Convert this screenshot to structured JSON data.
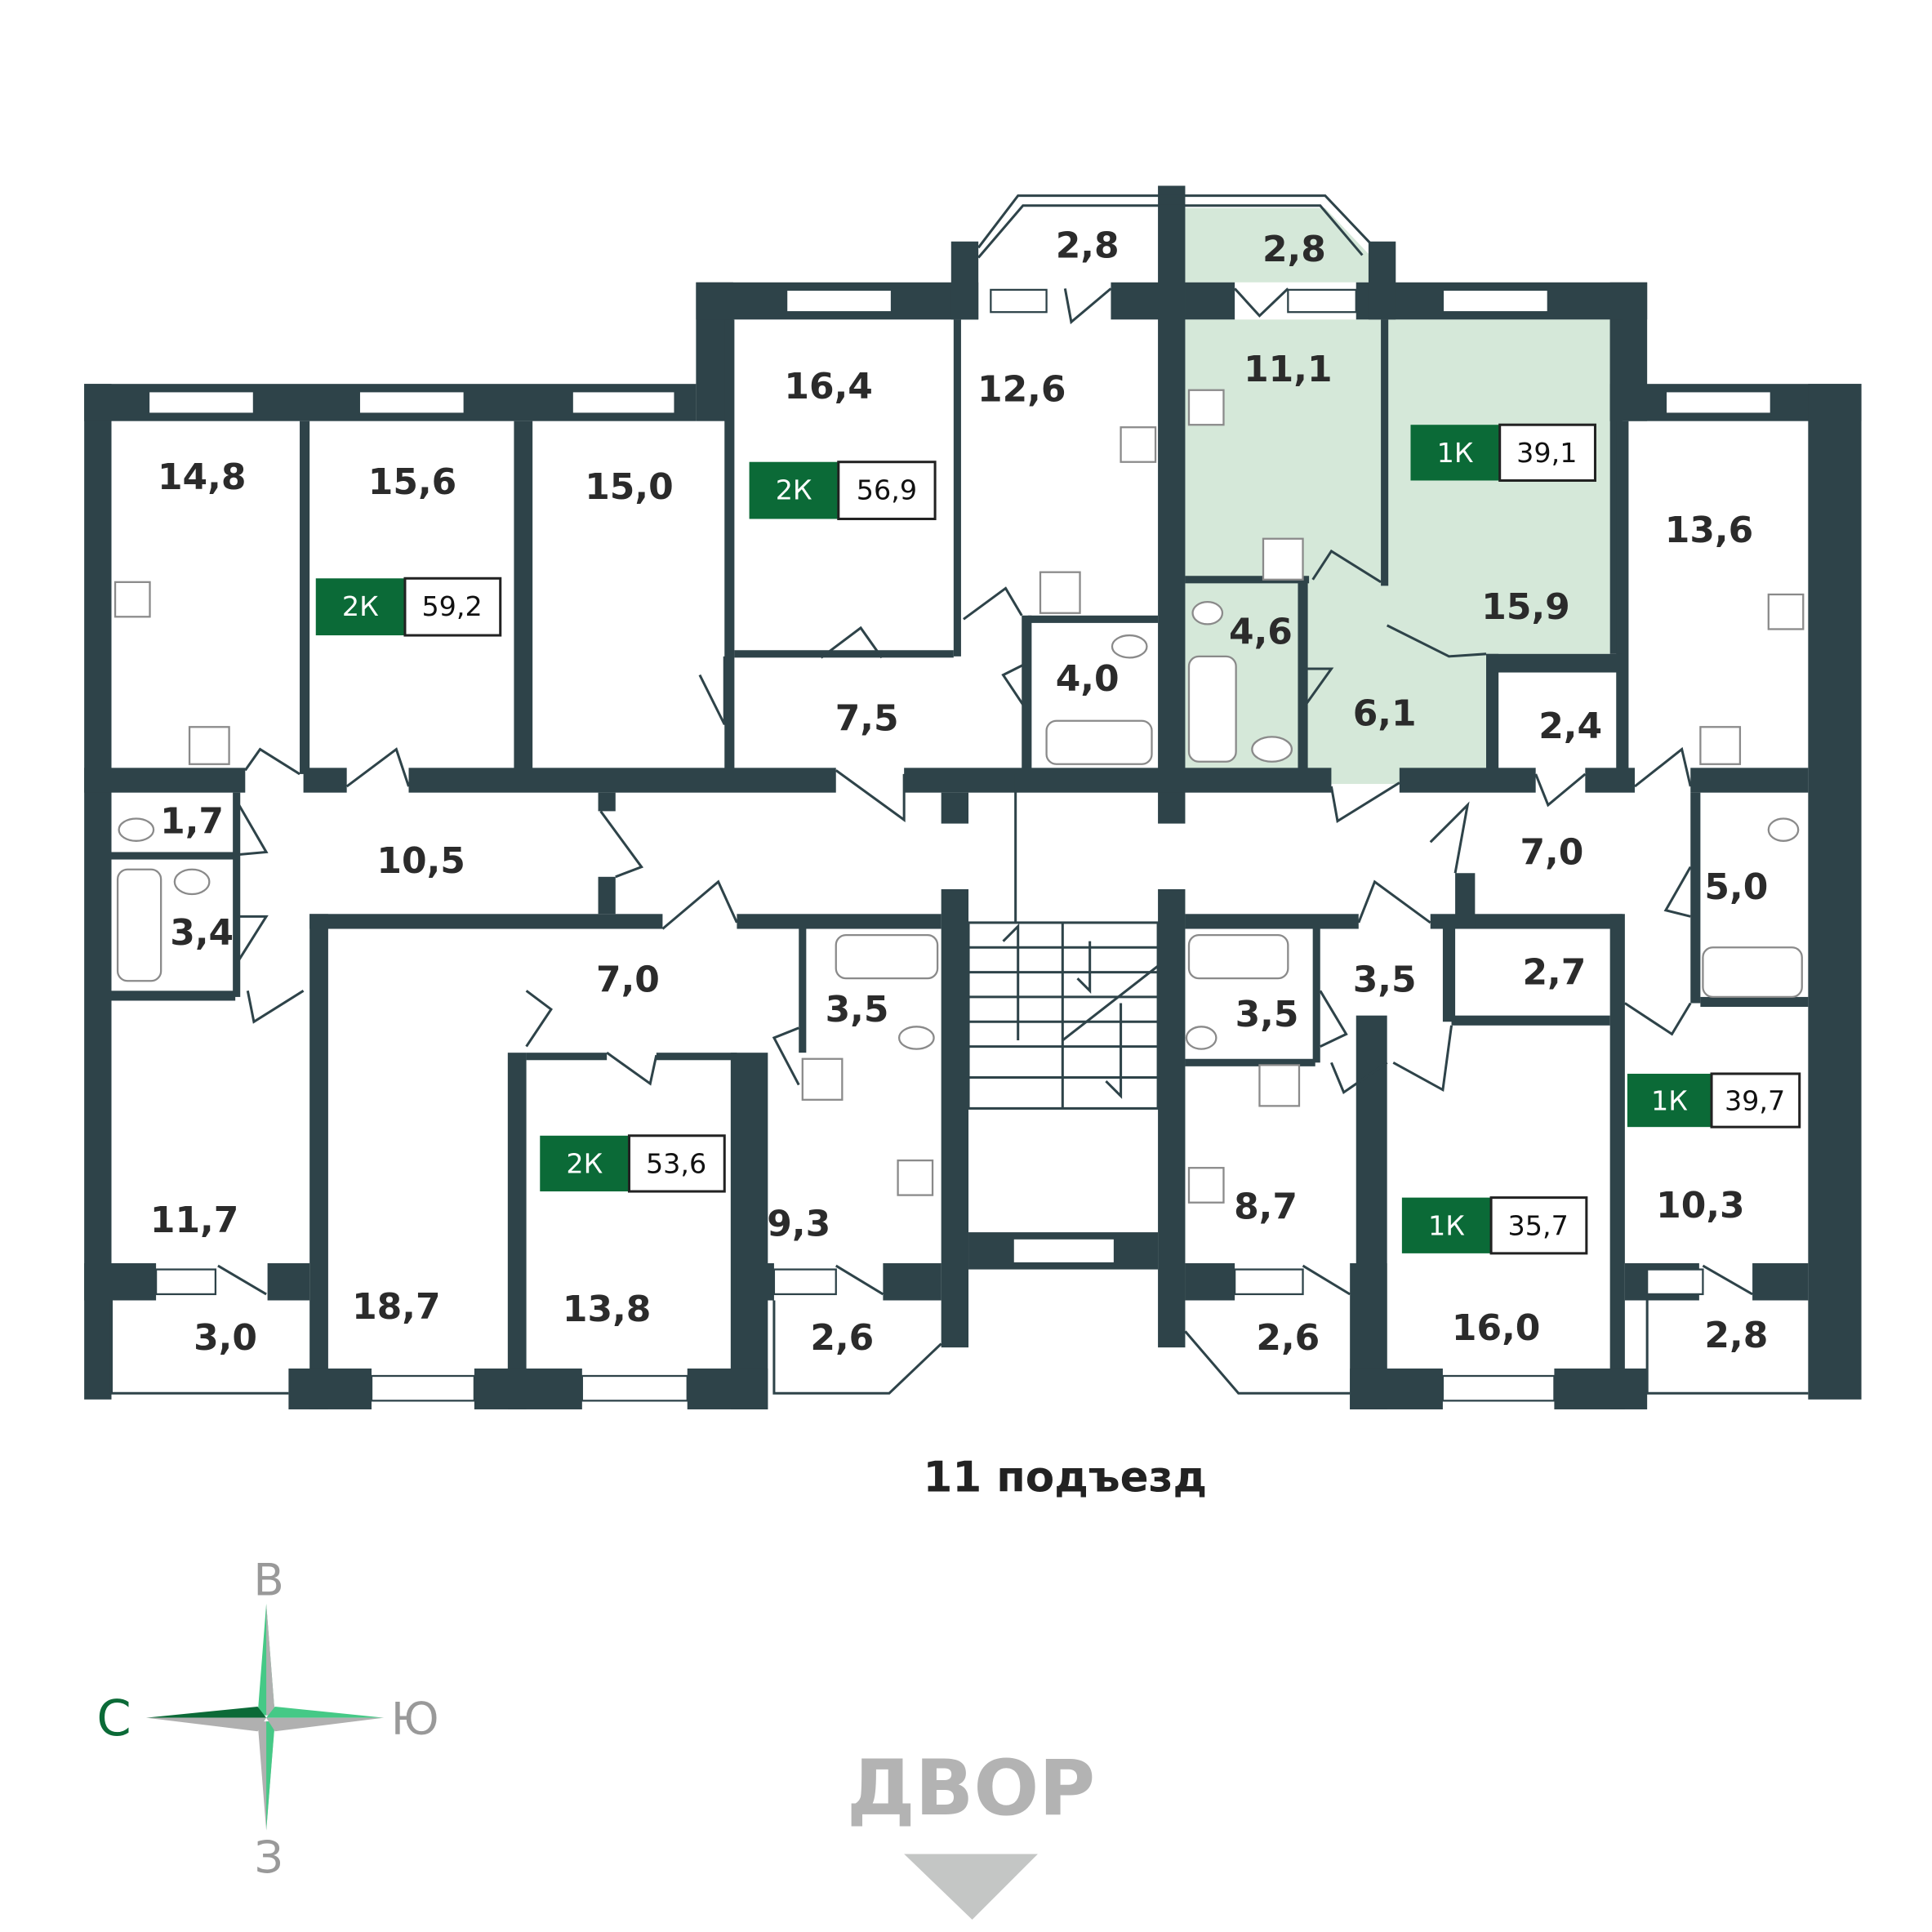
{
  "colors": {
    "wall": "#2e4349",
    "highlight": "#d5e8d9",
    "badge": "#0b6a37"
  },
  "rooms": [
    "14,8",
    "15,6",
    "15,0",
    "16,4",
    "12,6",
    "2,8",
    "2,8",
    "11,1",
    "15,9",
    "13,6",
    "4,6",
    "6,1",
    "4,0",
    "7,5",
    "2,4",
    "1,7",
    "10,5",
    "3,4",
    "7,0",
    "5,0",
    "7,0",
    "3,5",
    "3,5",
    "3,5",
    "2,7",
    "11,7",
    "18,7",
    "13,8",
    "9,3",
    "8,7",
    "16,0",
    "10,3",
    "3,0",
    "2,6",
    "2,6",
    "2,8"
  ],
  "apartments": [
    {
      "type": "2К",
      "area": "59,2"
    },
    {
      "type": "2К",
      "area": "56,9"
    },
    {
      "type": "1К",
      "area": "39,1",
      "highlighted": true
    },
    {
      "type": "2К",
      "area": "53,6"
    },
    {
      "type": "1К",
      "area": "35,7"
    },
    {
      "type": "1К",
      "area": "39,7"
    }
  ],
  "entrance_label": "11 подъезд",
  "compass": {
    "north": "С",
    "south": "Ю",
    "east": "В",
    "west": "З"
  },
  "yard_label": "ДВОР"
}
